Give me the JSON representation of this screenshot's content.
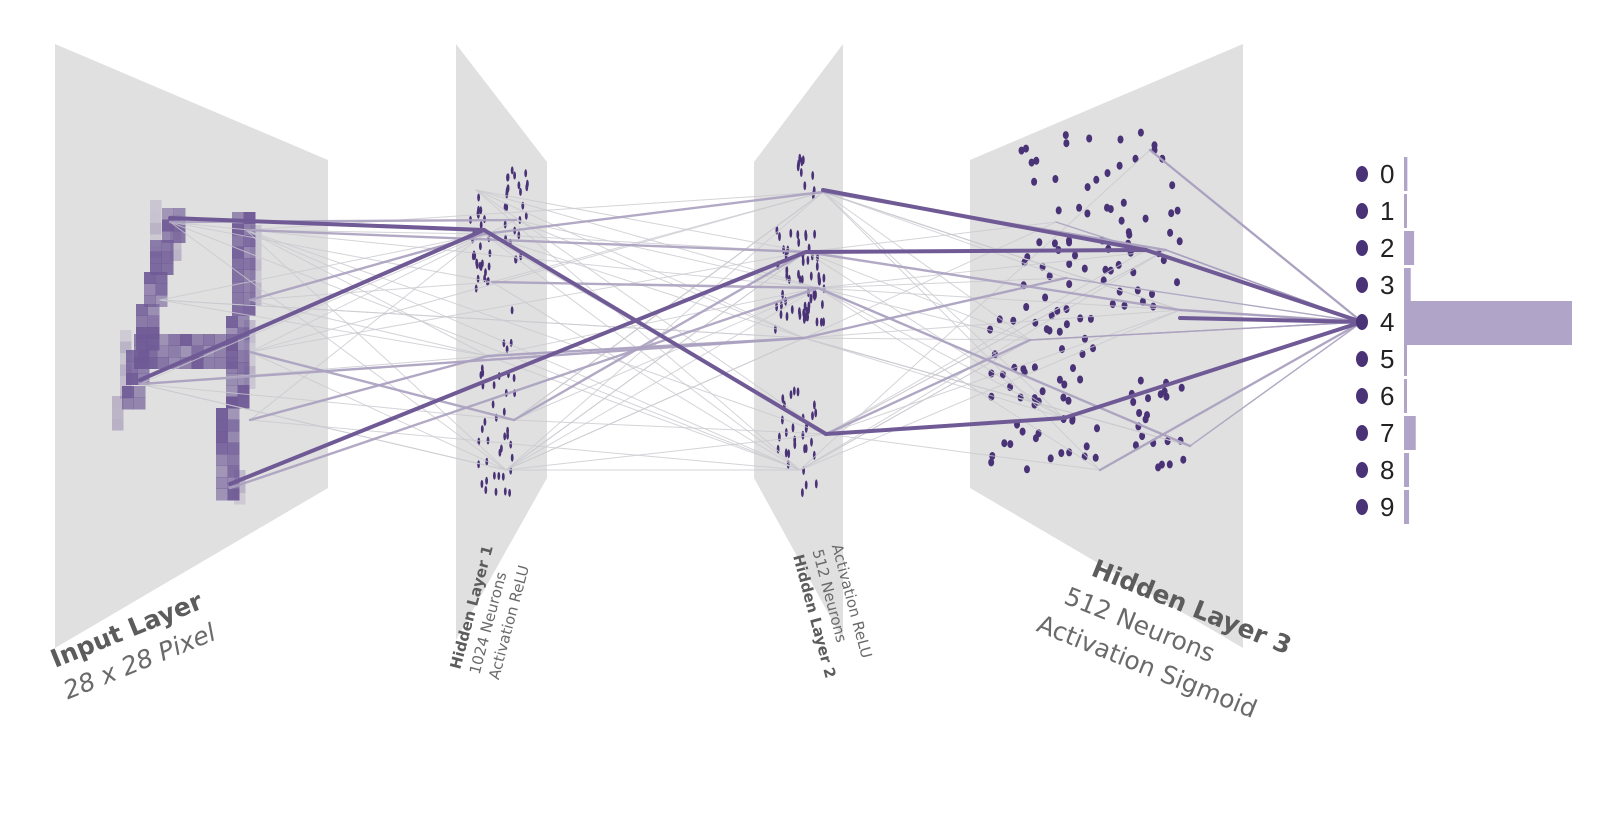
{
  "colors": {
    "panel": "#e0e0e0",
    "accent": "#6f5a96",
    "neuron": "#4a3276",
    "faint_line": "#c9c9cf",
    "mid_line": "#aaa0bf",
    "bar": "#b0a4c8",
    "label_text": "#5c5c5c"
  },
  "layers": [
    {
      "id": "input",
      "title": "Input Layer",
      "subtitle": "28 x 28 Pixel",
      "detail": ""
    },
    {
      "id": "hidden1",
      "title": "Hidden Layer 1",
      "subtitle": "1024 Neurons",
      "detail": "Activation ReLU"
    },
    {
      "id": "hidden2",
      "title": "Hidden Layer 2",
      "subtitle": "512 Neurons",
      "detail": "Activation ReLU"
    },
    {
      "id": "hidden3",
      "title": "Hidden Layer 3",
      "subtitle": "512 Neurons",
      "detail": "Activation Sigmoid"
    }
  ],
  "output": {
    "labels": [
      "0",
      "1",
      "2",
      "3",
      "4",
      "5",
      "6",
      "7",
      "8",
      "9"
    ],
    "probabilities": [
      0.02,
      0.01,
      0.06,
      0.04,
      1.0,
      0.01,
      0.0,
      0.07,
      0.03,
      0.03
    ],
    "predicted": "4"
  },
  "input_digit": "4"
}
